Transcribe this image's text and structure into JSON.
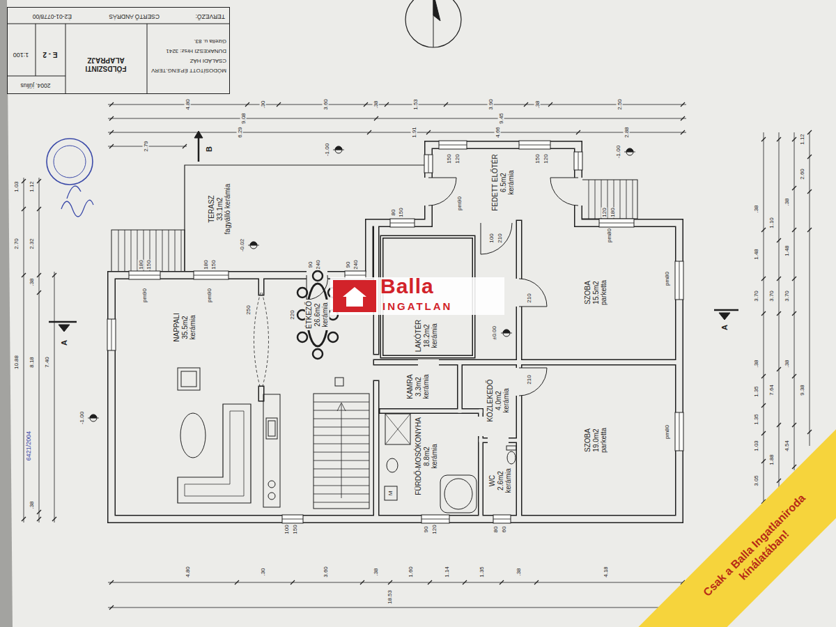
{
  "diagram": {
    "nodes": [
      {
        "text": [
          "TERVEZŐ:",
          "CSERTŐ ANDRÁS",
          "É2-01-0778/00",
          "MÓDOSÍTOTT ÉP.ENG.TERV",
          "CSALÁDI HÁZ",
          "DUNAKESZI Hrsz: 3241",
          "Gizella u. 83.",
          "FÖLDSZINTI ALAPRAJZ",
          "E - 2",
          "1:100",
          "2004. július"
        ]
      },
      {
        "text": [
          "TERASZ",
          "33.1m2",
          "fagyálló kerámia"
        ]
      },
      {
        "text": [
          "FEDETT ELŐTÉR",
          "6.5m2",
          "kerámia"
        ]
      },
      {
        "text": [
          "NAPPALI",
          "35.5m2",
          "kerámia"
        ]
      },
      {
        "text": [
          "ÉTKEZŐ",
          "26.6m2",
          "kerámia"
        ]
      },
      {
        "text": [
          "LAKÓTÉR",
          "18.2m2",
          "kerámia"
        ]
      },
      {
        "text": [
          "SZOBA",
          "15.5m2",
          "parketta"
        ]
      },
      {
        "text": [
          "KAMRA",
          "3.3m2",
          "kerámia"
        ]
      },
      {
        "text": [
          "KÖZLEKEDŐ",
          "4.0m2",
          "kerámia"
        ]
      },
      {
        "text": [
          "FÜRDŐ-MOSÓKONYHA",
          "8.8m2",
          "kerámia"
        ]
      },
      {
        "text": [
          "WC",
          "2.6m2",
          "kerámia"
        ]
      },
      {
        "text": [
          "SZOBA",
          "19.0m2",
          "parketta"
        ]
      }
    ],
    "labels": [
      "4.80",
      ".30",
      "3.60",
      ".38",
      "1.53",
      "3.90",
      ".38",
      "2.50",
      "9.08",
      "9.45",
      "6.29",
      "1.91",
      "4.66",
      "2.88",
      "2.79",
      "4.80",
      ".30",
      "3.60",
      ".38",
      "1.60",
      "1.14",
      "1.35",
      ".38",
      "4.18",
      "18.53",
      "1.12",
      "2.60",
      "9.38",
      ".38",
      "1.48",
      "3.70",
      ".38",
      "4.54",
      "1.10",
      "3.70",
      "7.64",
      "1.88",
      ".38",
      "1.48",
      "3.70",
      ".38",
      "1.35",
      "1.35",
      "1.03",
      "3.05",
      "1.03",
      "1.12",
      "2.70",
      "2.32",
      ".38",
      "10.88",
      "8.18",
      "7.40",
      ".38",
      "180",
      "150",
      "pm90",
      "180",
      "150",
      "pm90",
      "90",
      "240",
      "90",
      "240",
      "250",
      "220",
      "80",
      "150",
      "150",
      "120",
      "pm90",
      "150",
      "120",
      "100",
      "210",
      "210",
      "210",
      "120",
      "180",
      "pm80",
      "pm80",
      "pm80",
      "100",
      "150",
      "90",
      "120",
      "80",
      "60",
      "M",
      "-1.00",
      "-1.00",
      "-0.02",
      "±0.00",
      "-1.00",
      "B",
      "A",
      "A",
      "6421/2004",
      "Balla",
      "INGATLAN",
      "Csak a Balla Ingatlaniroda kínálatában!"
    ]
  }
}
